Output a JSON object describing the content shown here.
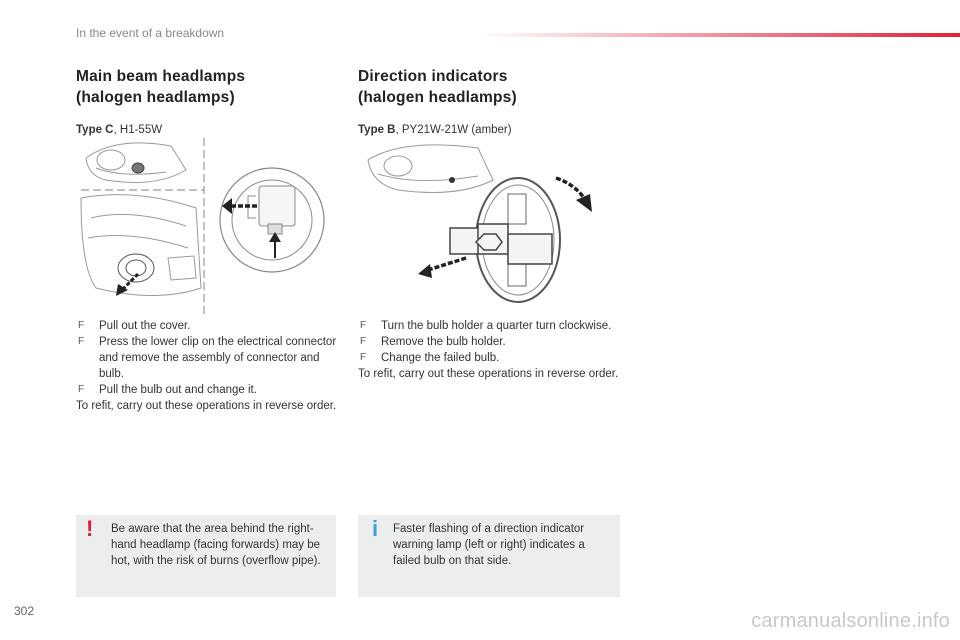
{
  "header": {
    "section_title": "In the event of a breakdown"
  },
  "left_column": {
    "heading_line1": "Main beam headlamps",
    "heading_line2": "(halogen headlamps)",
    "type_label": "Type C",
    "type_value": ", H1-55W",
    "steps": [
      "Pull out the cover.",
      "Press the lower clip on the electrical connector and remove the assembly of connector and bulb.",
      "Pull the bulb out and change it."
    ],
    "refit_text": "To refit, carry out these operations in reverse order.",
    "note": {
      "icon_name": "warning-icon",
      "icon_glyph": "!",
      "icon_color": "#e2193a",
      "text": "Be aware that the area behind the right-hand headlamp (facing forwards) may be hot, with the risk of burns (overflow pipe)."
    }
  },
  "right_column": {
    "heading_line1": "Direction indicators",
    "heading_line2": "(halogen headlamps)",
    "type_label": "Type B",
    "type_value": ", PY21W-21W (amber)",
    "steps": [
      "Turn the bulb holder a quarter turn clockwise.",
      "Remove the bulb holder.",
      "Change the failed bulb."
    ],
    "refit_text": "To refit, carry out these operations in reverse order.",
    "note": {
      "icon_name": "info-icon",
      "icon_glyph": "i",
      "icon_color": "#3aa0e6",
      "text": "Faster flashing of a direction indicator warning lamp (left or right) indicates a failed bulb on that side."
    }
  },
  "step_marker": "F",
  "page_number": "302",
  "watermark": "carmanualsonline.info"
}
